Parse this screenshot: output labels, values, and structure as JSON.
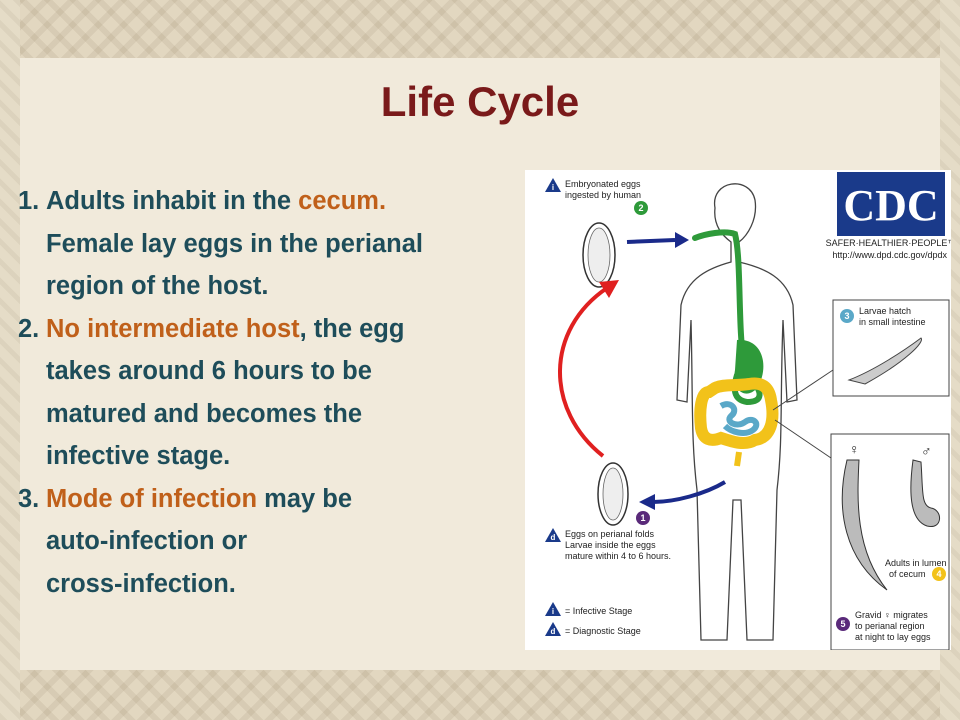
{
  "slide": {
    "title": "Life Cycle",
    "points": [
      {
        "num": "1.",
        "lines": [
          {
            "pre": "Adults inhabit in the ",
            "hl": "cecum.",
            "post": ""
          },
          {
            "pre": "Female lay eggs in the perianal",
            "hl": "",
            "post": ""
          },
          {
            "pre": "region of the host.",
            "hl": "",
            "post": ""
          }
        ]
      },
      {
        "num": "2.",
        "lines": [
          {
            "pre": "",
            "hl": "No intermediate host",
            "post": ", the egg"
          },
          {
            "pre": "takes around 6 hours to be",
            "hl": "",
            "post": ""
          },
          {
            "pre": "matured and becomes the",
            "hl": "",
            "post": ""
          },
          {
            "pre": "infective stage.",
            "hl": "",
            "post": ""
          }
        ]
      },
      {
        "num": "3.",
        "lines": [
          {
            "pre": "",
            "hl": "Mode of infection",
            "post": " may be"
          },
          {
            "pre": "auto-infection or",
            "hl": "",
            "post": ""
          },
          {
            "pre": "cross-infection.",
            "hl": "",
            "post": ""
          }
        ]
      }
    ]
  },
  "figure": {
    "logo": "CDC",
    "tagline": "SAFER·HEALTHIER·PEOPLE™",
    "url": "http://www.dpd.cdc.gov/dpdx",
    "step_embryonated": {
      "line1": "Embryonated eggs",
      "line2": "ingested by human",
      "num": "2",
      "badge": "i"
    },
    "step_larvae": {
      "line1": "Larvae hatch",
      "line2": "in small intestine",
      "num": "3"
    },
    "step_adults": {
      "line1": "Adults in lumen",
      "line2": "of cecum",
      "num": "4",
      "female": "♀",
      "male": "♂"
    },
    "step_gravid": {
      "line1": "Gravid ♀ migrates",
      "line2": "to perianal region",
      "line3": "at night to lay eggs",
      "num": "5"
    },
    "step_eggs": {
      "line1": "Eggs on perianal folds",
      "line2": "Larvae inside the eggs",
      "line3": "mature within 4 to 6 hours.",
      "num": "1",
      "badge": "d"
    },
    "legend": [
      {
        "badge": "i",
        "label": "= Infective Stage"
      },
      {
        "badge": "d",
        "label": "= Diagnostic Stage"
      }
    ],
    "colors": {
      "red_arrow": "#e02020",
      "blue_arrow": "#1a2a8a",
      "gut": "#2e9a3a",
      "colon": "#f2c21a",
      "intestine": "#5aa8c8",
      "badge_purple": "#5a2a7a",
      "badge_blue": "#1a3a8a"
    }
  }
}
